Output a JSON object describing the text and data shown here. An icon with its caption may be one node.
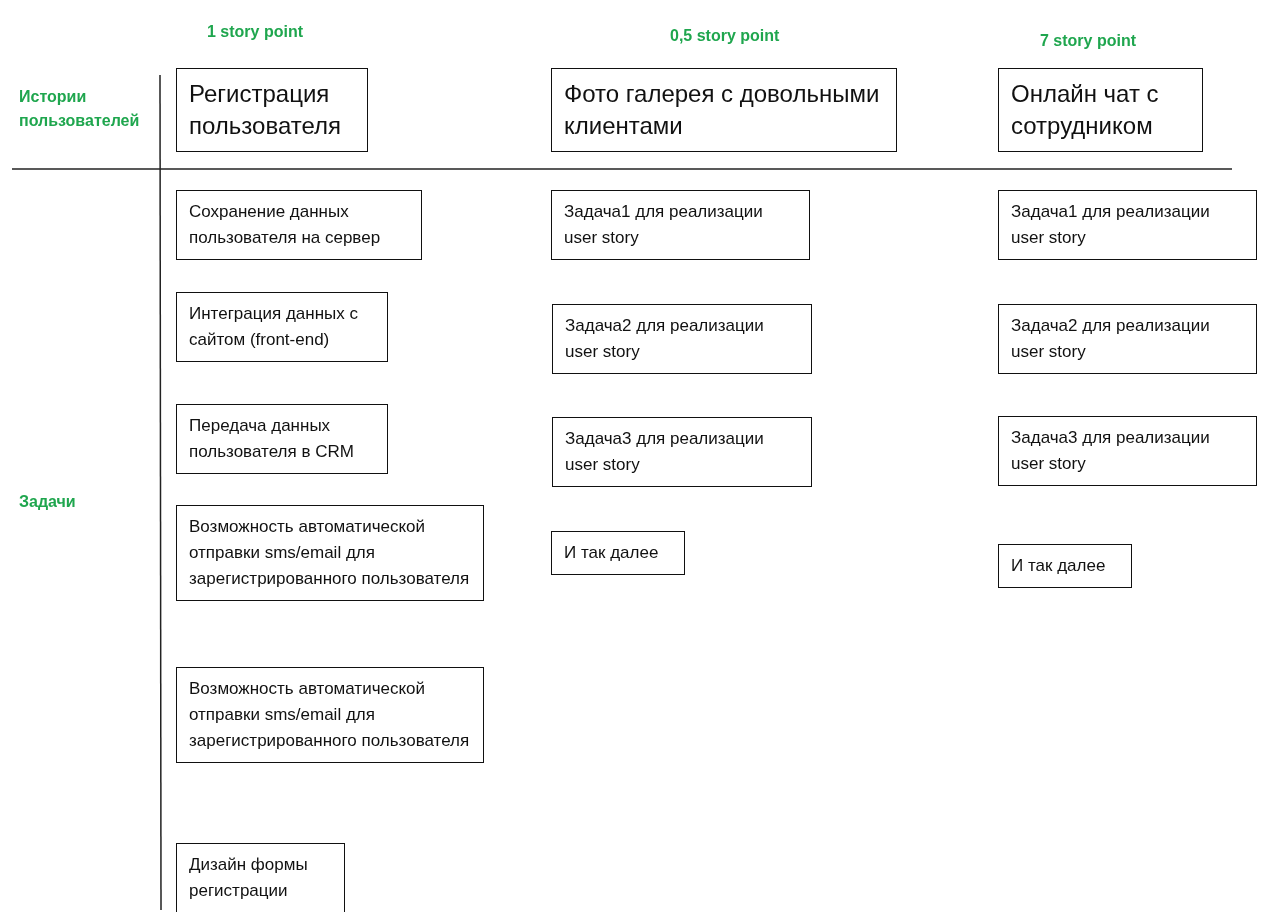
{
  "diagram": {
    "nodes": [
      {
        "text": [
          "Регистрация пользователя"
        ]
      },
      {
        "text": [
          "Фото галерея с довольными клиентами"
        ]
      },
      {
        "text": [
          "Онлайн чат с сотрудником"
        ]
      },
      {
        "text": [
          "Сохранение данных пользователя на сервер"
        ]
      },
      {
        "text": [
          "Интеграция данных с сайтом (front-end)"
        ]
      },
      {
        "text": [
          "Передача данных пользователя в CRM"
        ]
      },
      {
        "text": [
          "Возможность автоматической отправки sms/email для зарегистрированного пользователя"
        ]
      },
      {
        "text": [
          "Возможность автоматической отправки sms/email для зарегистрированного пользователя"
        ]
      },
      {
        "text": [
          "Дизайн формы регистрации"
        ]
      },
      {
        "text": [
          "Задача1 для реализации user story"
        ]
      },
      {
        "text": [
          "Задача2 для реализации user story"
        ]
      },
      {
        "text": [
          "Задача3 для реализации user story"
        ]
      },
      {
        "text": [
          "И так далее"
        ]
      },
      {
        "text": [
          "Задача1 для реализации user story"
        ]
      },
      {
        "text": [
          "Задача2 для реализации user story"
        ]
      },
      {
        "text": [
          "Задача3 для реализации user story"
        ]
      },
      {
        "text": [
          "И так далее"
        ]
      }
    ],
    "labels": [
      "1 story point",
      "0,5 story point",
      "7 story point",
      "Истории пользователей",
      "Задачи"
    ]
  }
}
